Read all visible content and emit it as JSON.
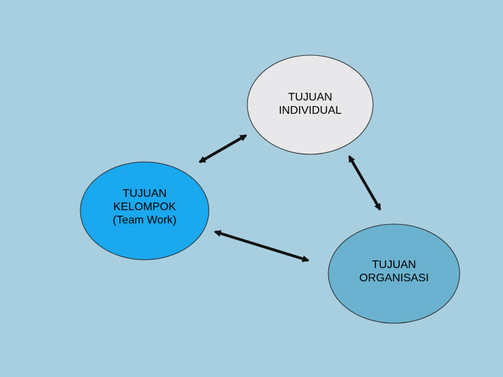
{
  "colors": {
    "background": "#a8cfe0",
    "individual_fill": "#e8e8ea",
    "kelompok_fill": "#1aa8ee",
    "organisasi_fill": "#6ab2cf",
    "outline": "#2a2a2a",
    "arrow": "#111111"
  },
  "nodes": {
    "individual": {
      "lines": [
        "TUJUAN",
        "INDIVIDUAL"
      ]
    },
    "kelompok": {
      "lines": [
        "TUJUAN",
        "KELOMPOK",
        "(Team Work)"
      ]
    },
    "organisasi": {
      "lines": [
        "TUJUAN",
        "ORGANISASI"
      ]
    }
  },
  "connections": [
    {
      "from": "kelompok",
      "to": "individual",
      "direction": "both"
    },
    {
      "from": "individual",
      "to": "organisasi",
      "direction": "both"
    },
    {
      "from": "kelompok",
      "to": "organisasi",
      "direction": "both"
    }
  ]
}
